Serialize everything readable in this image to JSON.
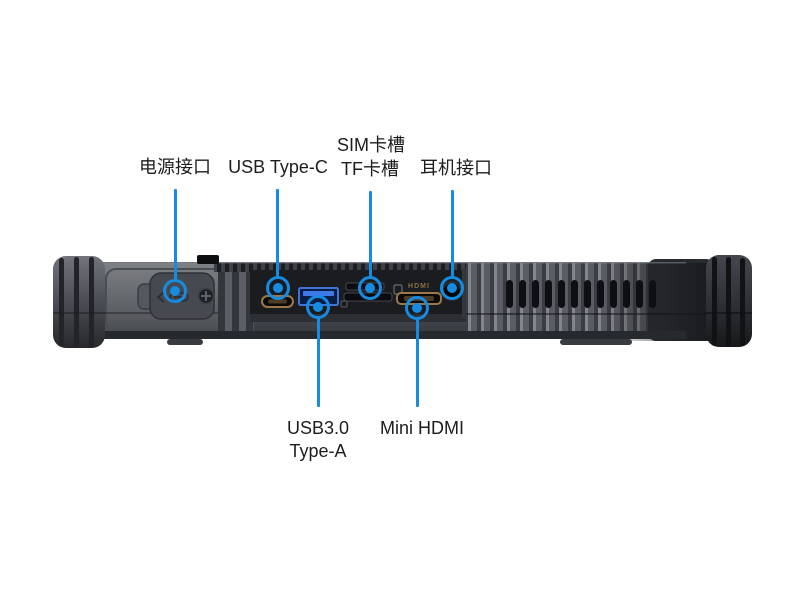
{
  "accent_color": "#168be2",
  "callouts": {
    "power": {
      "label": "电源接口"
    },
    "usb_c": {
      "label": "USB Type-C"
    },
    "sim_tf": {
      "line1": "SIM卡槽",
      "line2": "TF卡槽"
    },
    "headphone": {
      "label": "耳机接口"
    },
    "usb_a": {
      "line1": "USB3.0",
      "line2": "Type-A"
    },
    "mini_hdmi": {
      "label": "Mini HDMI"
    }
  },
  "device": {
    "hdmi_engraving": "HDMI"
  },
  "colors": {
    "accent": "#168be2",
    "label_text": "#1d1d1f",
    "usb_a_blue": "#2f7ae0",
    "port_gold": "#9a7848",
    "body_gray": "#54575d",
    "recess_dark": "#1a1c20"
  }
}
